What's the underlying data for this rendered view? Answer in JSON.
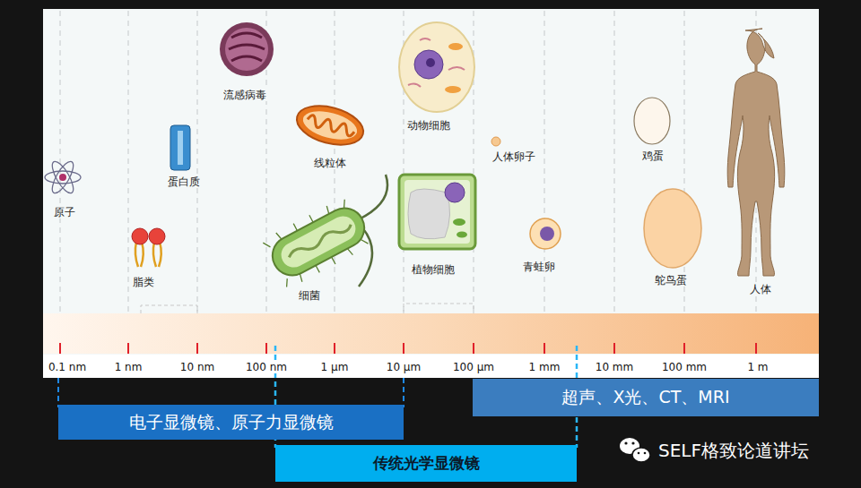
{
  "diagram": {
    "nodes": [
      {
        "text": [
          "超声、X光、CT、MRI"
        ]
      },
      {
        "text": [
          "电子显微镜、原子力显微镜"
        ]
      },
      {
        "text": [
          "传统光学显微镜"
        ]
      }
    ],
    "labels": [
      "流感病毒",
      "动物细胞",
      "线粒体",
      "蛋白质",
      "人体卵子",
      "鸡蛋",
      "原子",
      "植物细胞",
      "青蛙卵",
      "脂类",
      "鸵鸟蛋",
      "细菌",
      "人体",
      "0.1 nm",
      "1 nm",
      "10 nm",
      "100 nm",
      "1 μm",
      "10 μm",
      "100 μm",
      "1 mm",
      "10 mm",
      "100 mm",
      "1 m",
      "SELF格致论道讲坛"
    ]
  }
}
